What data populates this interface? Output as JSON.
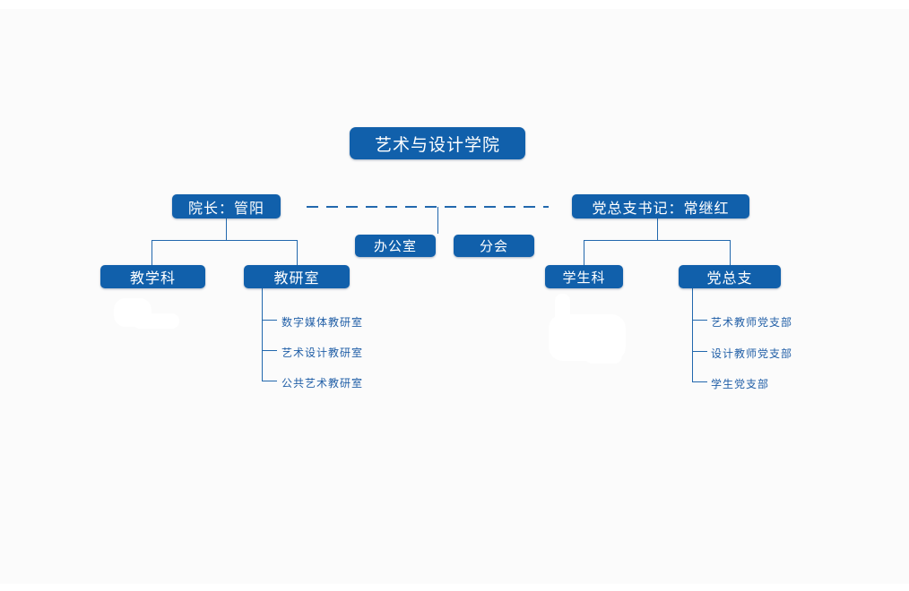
{
  "colors": {
    "box": "#1160ab",
    "line": "#2268ad",
    "leaf": "#215fa7",
    "slide": "#fbfbfb"
  },
  "org_chart": {
    "root": "艺术与设计学院",
    "dean": "院长：管阳",
    "party_secretary": "党总支书记：常继红",
    "office": "办公室",
    "sub_association": "分会",
    "teaching_section": "教学科",
    "teaching_research_office": "教研室",
    "student_section": "学生科",
    "party_general_branch": "党总支",
    "teaching_research_rooms": [
      "数字媒体教研室",
      "艺术设计教研室",
      "公共艺术教研室"
    ],
    "party_branches": [
      "艺术教师党支部",
      "设计教师党支部",
      "学生党支部"
    ]
  }
}
